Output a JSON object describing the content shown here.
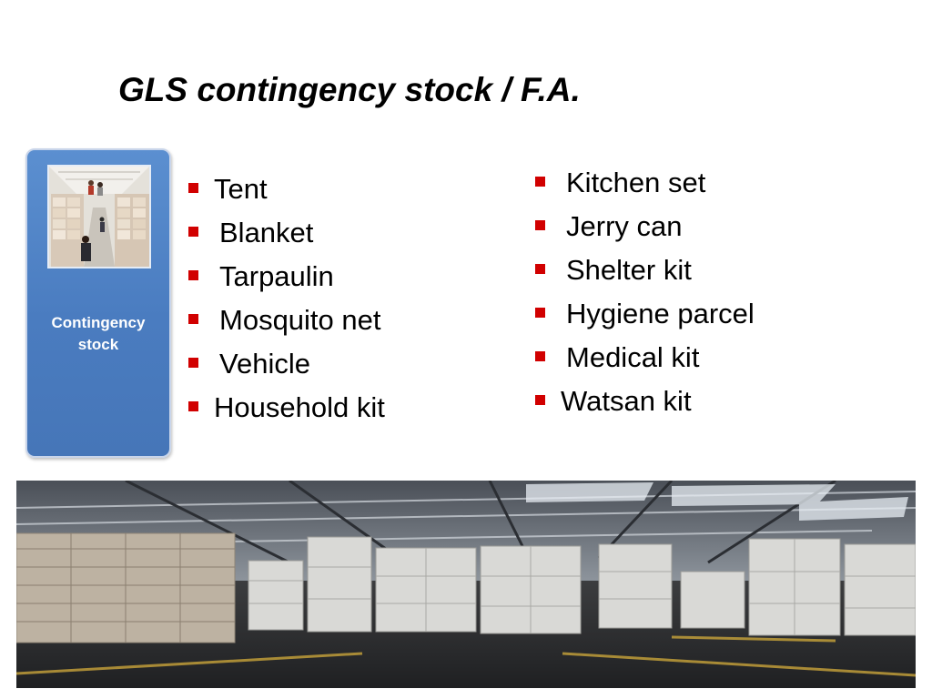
{
  "slide": {
    "title": "GLS contingency stock / F.A."
  },
  "side_card": {
    "label_line1": "Contingency",
    "label_line2": "stock"
  },
  "items_left": [
    {
      "label": "Tent"
    },
    {
      "label": "Blanket"
    },
    {
      "label": "Tarpaulin"
    },
    {
      "label": "Mosquito net"
    },
    {
      "label": "Vehicle"
    },
    {
      "label": "Household kit"
    }
  ],
  "items_right": [
    {
      "label": "Kitchen set"
    },
    {
      "label": "Jerry can"
    },
    {
      "label": "Shelter kit"
    },
    {
      "label": "Hygiene parcel"
    },
    {
      "label": "Medical kit"
    },
    {
      "label": "Watsan kit"
    }
  ],
  "colors": {
    "bullet": "#d10000",
    "card": "#4a7cc0"
  }
}
